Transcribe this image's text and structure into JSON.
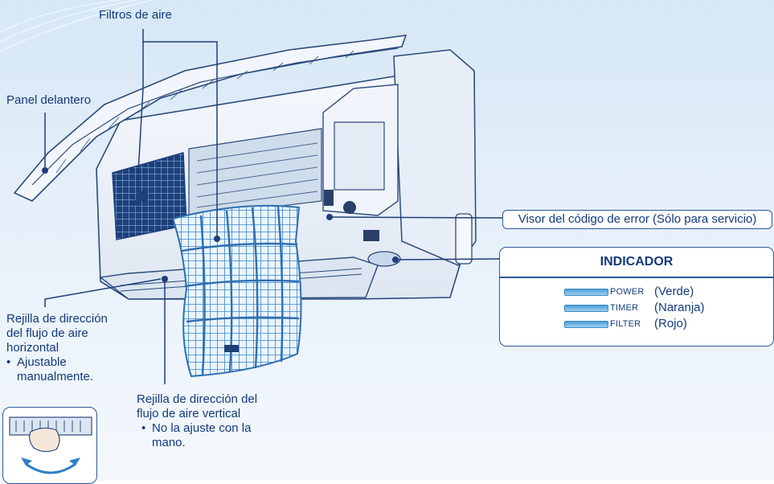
{
  "labels": {
    "air_filters": "Filtros de aire",
    "front_panel": "Panel delantero",
    "horizontal_vane": {
      "lines": [
        "Rejilla de dirección",
        "del flujo de aire",
        "horizontal"
      ],
      "bullet": [
        "Ajustable",
        "manualmente."
      ]
    },
    "vertical_vane": {
      "lines": [
        "Rejilla de dirección del",
        "flujo de aire vertical"
      ],
      "bullet": [
        "No la ajuste con la",
        "mano."
      ]
    },
    "error_display": "Visor del código de error (Sólo para servicio)"
  },
  "indicator": {
    "title": "INDICADOR",
    "rows": [
      {
        "name": "POWER",
        "color": "(Verde)"
      },
      {
        "name": "TIMER",
        "color": "(Naranja)"
      },
      {
        "name": "FILTER",
        "color": "(Rojo)"
      }
    ]
  },
  "colors": {
    "label_text": "#123a7c",
    "leader_line": "#2b5a9a",
    "unit_body": "#eef3fa",
    "filter_mesh": "#4a9ed6"
  }
}
